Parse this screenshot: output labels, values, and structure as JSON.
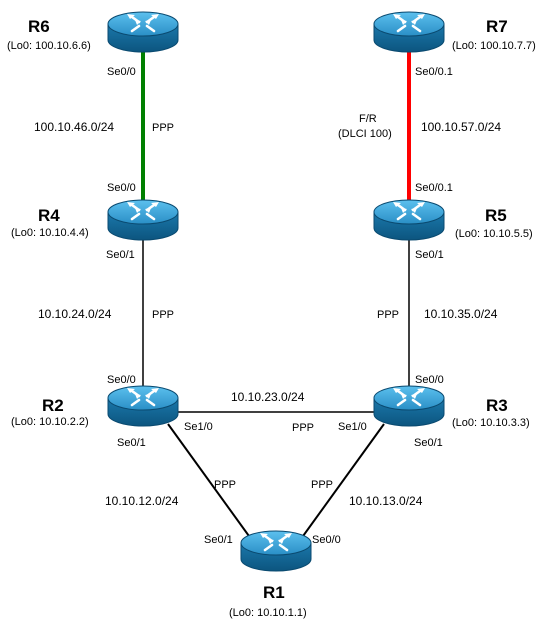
{
  "routers": [
    {
      "id": "R6",
      "name": "R6",
      "loopback": "(Lo0: 100.10.6.6)"
    },
    {
      "id": "R7",
      "name": "R7",
      "loopback": "(Lo0: 100.10.7.7)"
    },
    {
      "id": "R4",
      "name": "R4",
      "loopback": "(Lo0: 10.10.4.4)"
    },
    {
      "id": "R5",
      "name": "R5",
      "loopback": "(Lo0: 10.10.5.5)"
    },
    {
      "id": "R2",
      "name": "R2",
      "loopback": "(Lo0: 10.10.2.2)"
    },
    {
      "id": "R3",
      "name": "R3",
      "loopback": "(Lo0: 10.10.3.3)"
    },
    {
      "id": "R1",
      "name": "R1",
      "loopback": "(Lo0: 10.10.1.1)"
    }
  ],
  "links": [
    {
      "id": "r6-r4",
      "subnet": "100.10.46.0/24",
      "protocol": "PPP",
      "intf_a": "Se0/0",
      "intf_b": "Se0/0",
      "color": "#008000"
    },
    {
      "id": "r7-r5",
      "subnet": "100.10.57.0/24",
      "protocol": "F/R",
      "protocol_detail": "(DLCI 100)",
      "intf_a": "Se0/0.1",
      "intf_b": "Se0/0.1",
      "color": "#ff0000"
    },
    {
      "id": "r4-r2",
      "subnet": "10.10.24.0/24",
      "protocol": "PPP",
      "intf_a": "Se0/1",
      "intf_b": "Se0/0",
      "color": "#000000"
    },
    {
      "id": "r5-r3",
      "subnet": "10.10.35.0/24",
      "protocol": "PPP",
      "intf_a": "Se0/1",
      "intf_b": "Se0/0",
      "color": "#000000"
    },
    {
      "id": "r2-r3",
      "subnet": "10.10.23.0/24",
      "protocol": "PPP",
      "intf_a": "Se1/0",
      "intf_b": "Se1/0",
      "color": "#000000"
    },
    {
      "id": "r2-r1",
      "subnet": "10.10.12.0/24",
      "protocol": "PPP",
      "intf_a": "Se0/1",
      "intf_b": "Se0/1",
      "color": "#000000"
    },
    {
      "id": "r3-r1",
      "subnet": "10.10.13.0/24",
      "protocol": "PPP",
      "intf_a": "Se0/1",
      "intf_b": "Se0/0",
      "color": "#000000"
    }
  ],
  "icon": "cisco-router-icon",
  "colors": {
    "router_body": "#1a7fb3",
    "router_top": "#3fa6d8",
    "router_arrows": "#ffffff"
  }
}
